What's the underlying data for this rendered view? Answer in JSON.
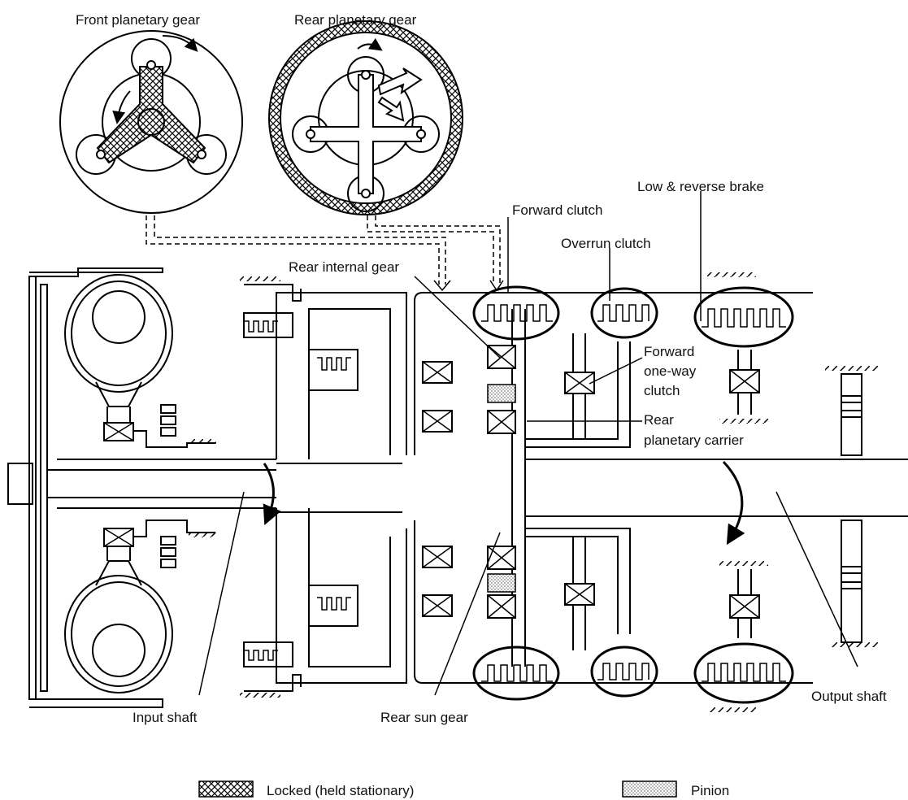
{
  "labels": {
    "front_planetary_gear": "Front planetary gear",
    "rear_planetary_gear": "Rear planetary gear",
    "low_reverse_brake": "Low & reverse brake",
    "forward_clutch": "Forward clutch",
    "overrun_clutch": "Overrun clutch",
    "rear_internal_gear": "Rear internal gear",
    "forward_one_way_clutch_line1": "Forward",
    "forward_one_way_clutch_line2": "one-way",
    "forward_one_way_clutch_line3": "clutch",
    "rear_planetary_carrier_line1": "Rear",
    "rear_planetary_carrier_line2": "planetary carrier",
    "input_shaft": "Input shaft",
    "rear_sun_gear": "Rear sun gear",
    "output_shaft": "Output shaft"
  },
  "legend": {
    "locked": "Locked (held stationary)",
    "pinion": "Pinion"
  }
}
